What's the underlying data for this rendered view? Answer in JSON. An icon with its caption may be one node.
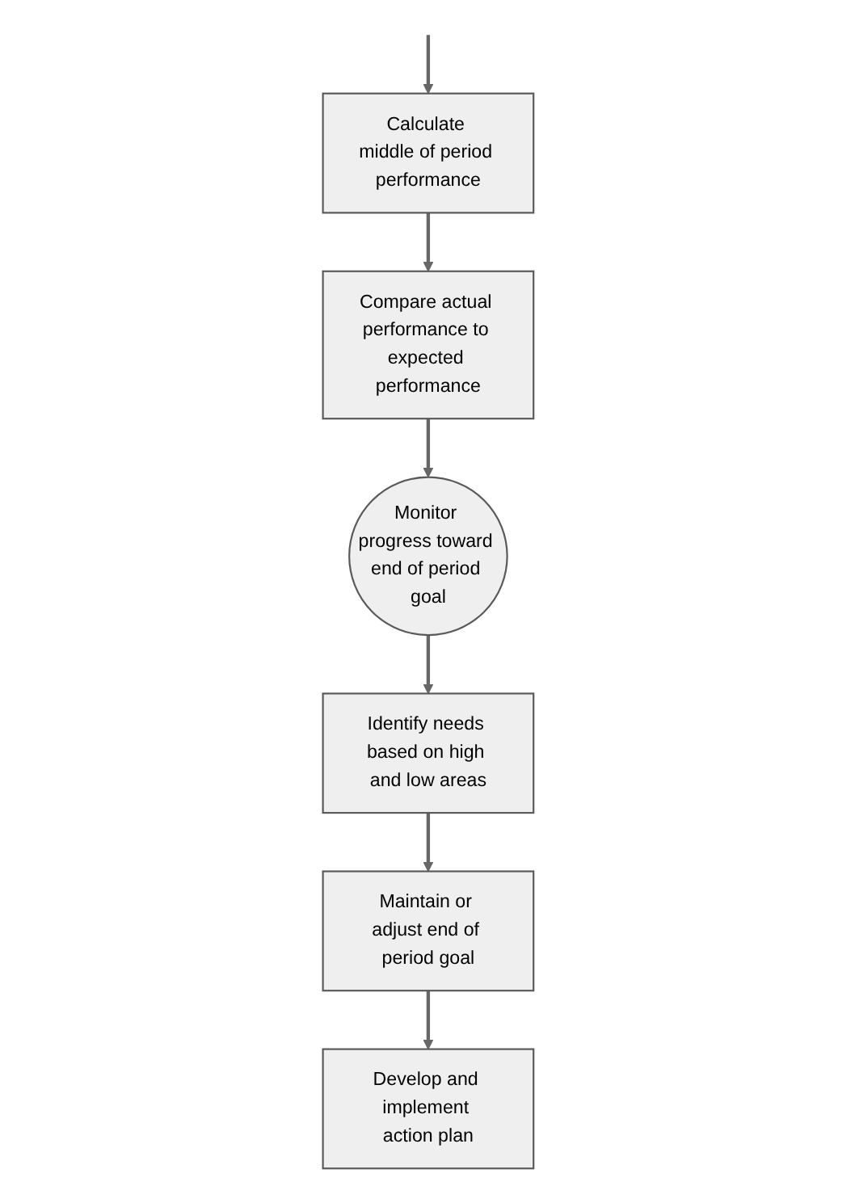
{
  "diagram": {
    "nodes": [
      {
        "text": [
          "Calculate middle of period performance"
        ]
      },
      {
        "text": [
          "Compare actual performance to expected performance"
        ]
      },
      {
        "text": [
          "Monitor progress toward end of period goal"
        ]
      },
      {
        "text": [
          "Identify needs based on high and low areas"
        ]
      },
      {
        "text": [
          "Maintain or adjust end of period goal"
        ]
      },
      {
        "text": [
          "Develop and implement action plan"
        ]
      }
    ],
    "edges": [
      {
        "from": null,
        "to": 0,
        "arrow": "to"
      },
      {
        "from": 0,
        "to": 1,
        "arrow": "to"
      },
      {
        "from": 1,
        "to": 2,
        "arrow": "to"
      },
      {
        "from": 2,
        "to": 3,
        "arrow": "to"
      },
      {
        "from": 3,
        "to": 4,
        "arrow": "to"
      },
      {
        "from": 4,
        "to": 5,
        "arrow": "to"
      }
    ]
  }
}
